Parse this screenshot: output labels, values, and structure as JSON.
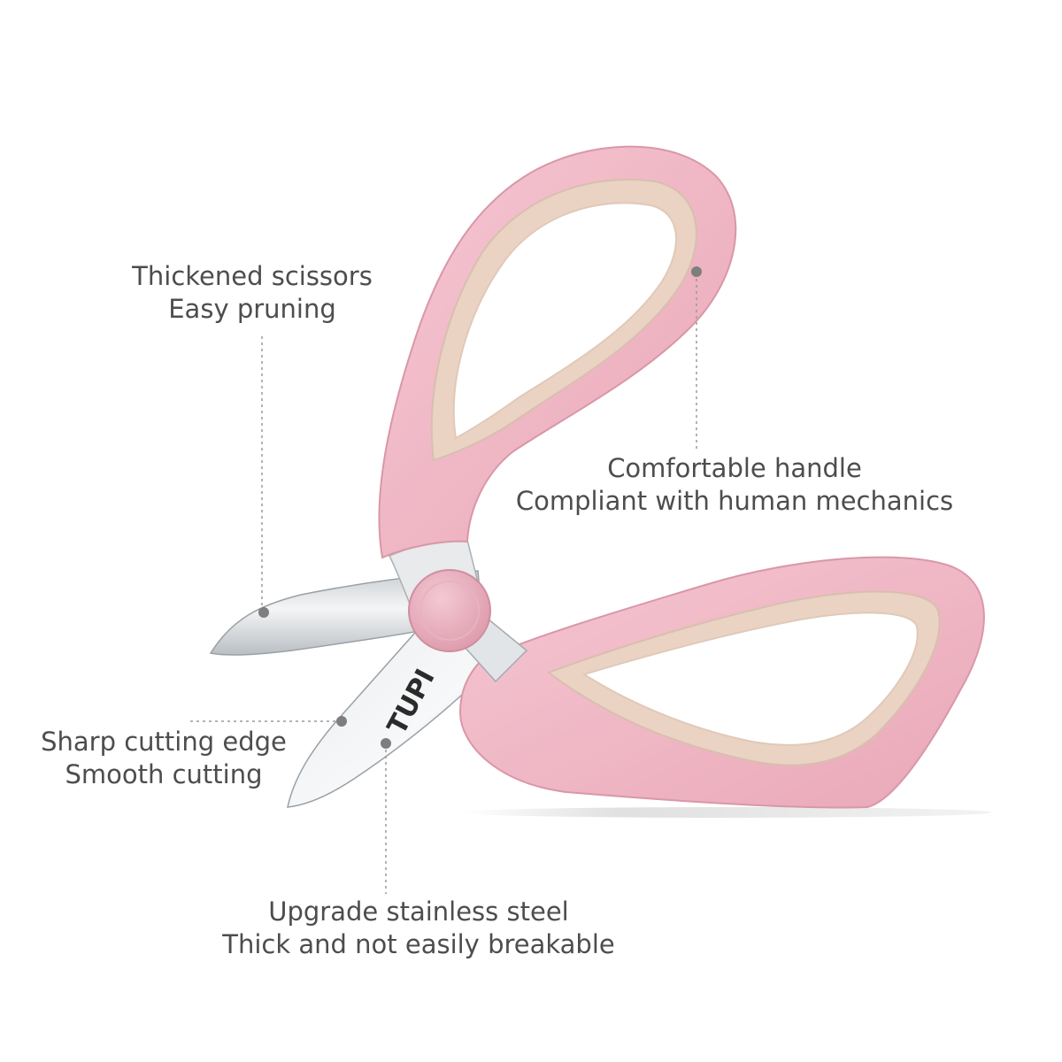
{
  "colors": {
    "background": "#ffffff",
    "handle_pink": "#f2b9c6",
    "handle_inner": "#ead3c3",
    "blade_steel": "#d9dde0",
    "label_text": "#4d4d4d",
    "leader_line": "#9a9a9a"
  },
  "brand": "TUPI",
  "callouts": {
    "thickened": {
      "line1": "Thickened scissors",
      "line2": "Easy pruning"
    },
    "handle": {
      "line1": "Comfortable handle",
      "line2": "Compliant with human mechanics"
    },
    "edge": {
      "line1": "Sharp cutting edge",
      "line2": "Smooth cutting"
    },
    "steel": {
      "line1": "Upgrade stainless steel",
      "line2": "Thick and not easily breakable"
    }
  }
}
